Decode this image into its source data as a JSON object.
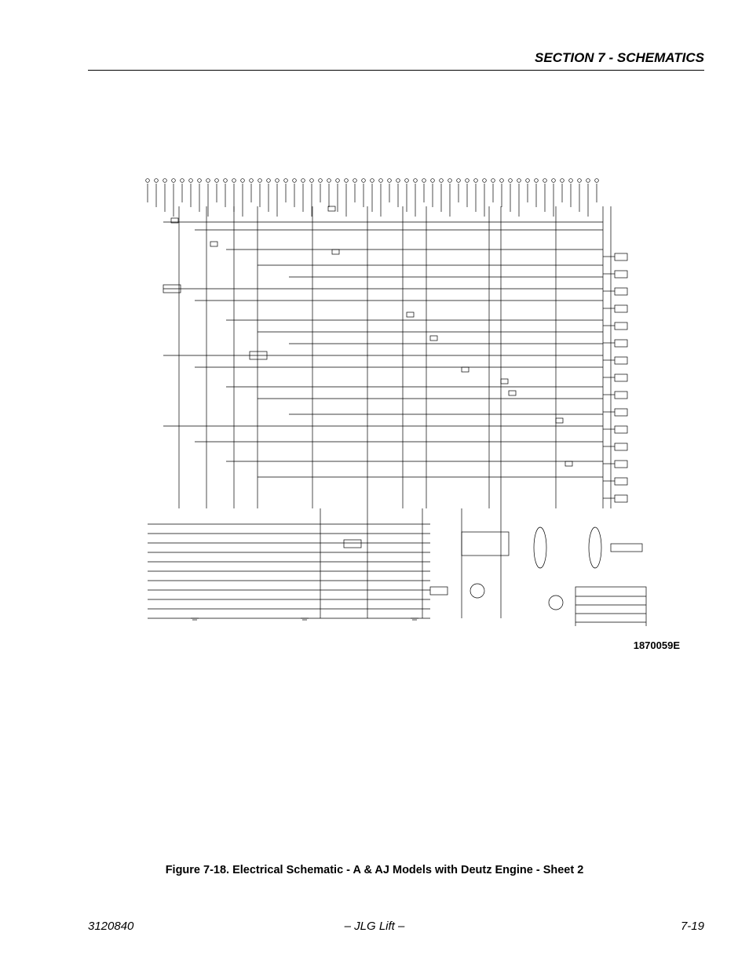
{
  "header": {
    "section_title": "SECTION 7 - SCHEMATICS"
  },
  "figure": {
    "drawing_number": "1870059E",
    "caption": "Figure 7-18.  Electrical Schematic - A & AJ Models with Deutz Engine - Sheet 2"
  },
  "footer": {
    "doc_number": "3120840",
    "publisher": "– JLG Lift –",
    "page": "7-19"
  }
}
